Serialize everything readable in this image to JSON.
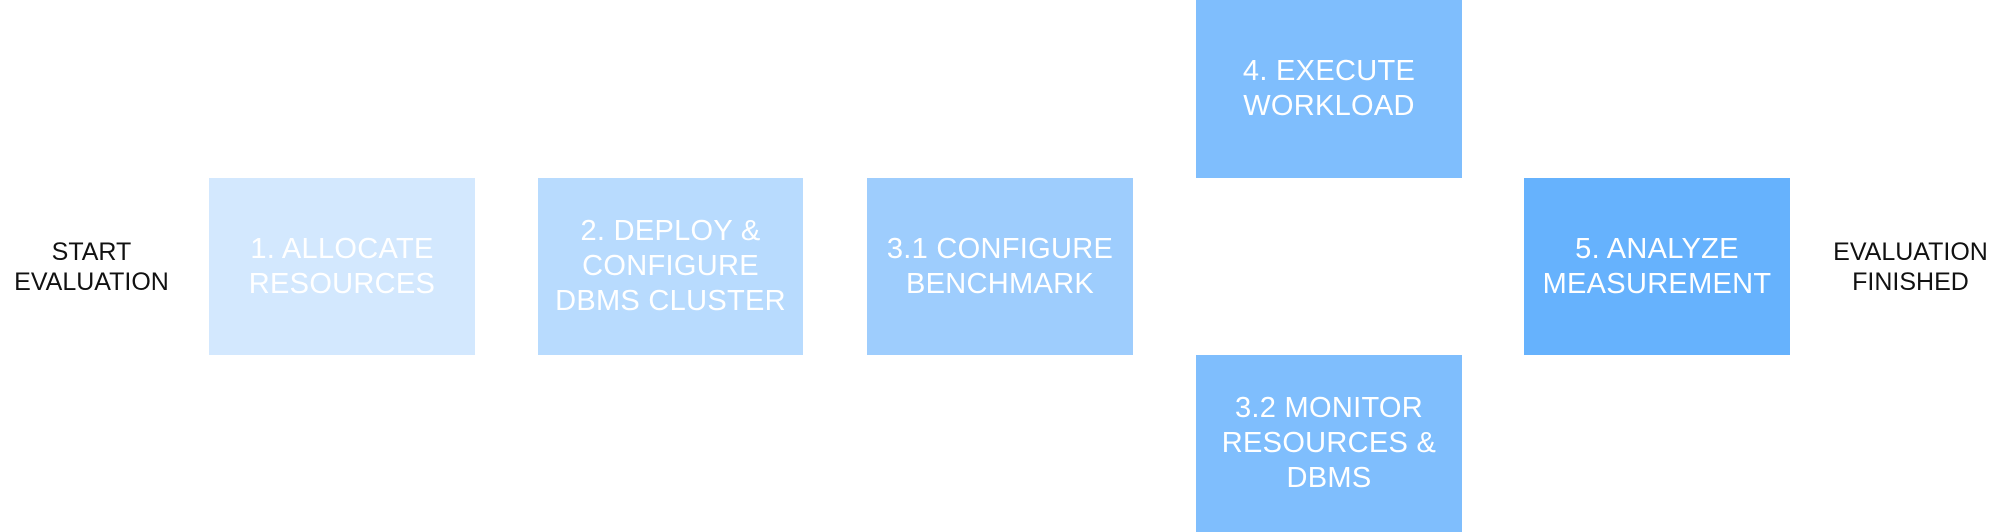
{
  "terminals": {
    "start": "START\nEVALUATION",
    "end": "EVALUATION\nFINISHED"
  },
  "steps": {
    "allocate": "1. ALLOCATE\nRESOURCES",
    "deploy": "2. DEPLOY &\nCONFIGURE\nDBMS CLUSTER",
    "configure_benchmark": "3.1 CONFIGURE\nBENCHMARK",
    "execute_workload": "4. EXECUTE\nWORKLOAD",
    "monitor": "3.2 MONITOR\nRESOURCES &\nDBMS",
    "analyze": "5. ANALYZE\nMEASUREMENT"
  },
  "colors": {
    "step1": "#d3e8fe",
    "step2": "#b8dbfe",
    "step3": "#9ecdfd",
    "step4": "#7fbefd",
    "step5": "#66b2fd"
  }
}
